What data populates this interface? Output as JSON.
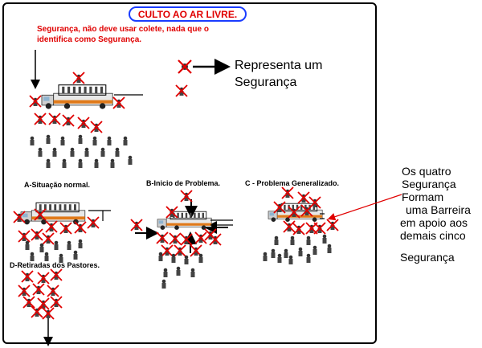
{
  "title": "CULTO AO AR LIVRE.",
  "note": [
    "Segurança, não deve usar colete, nada que o",
    "identifica como Segurança."
  ],
  "legend": [
    "Representa um",
    "Segurança"
  ],
  "sections": {
    "a": "A-Situação normal.",
    "b": "B-Inicio de Problema.",
    "c": "C - Problema Generalizado.",
    "d": "D-Retiradas dos Pastores."
  },
  "right_note": [
    "Os quatro",
    "Segurança",
    "Formam",
    "uma Barreira",
    "em  apoio aos",
    "demais  cinco",
    "Segurança"
  ],
  "colors": {
    "red": "#e00000",
    "blue": "#1a3cff",
    "truck_orange": "#e07a1a"
  }
}
